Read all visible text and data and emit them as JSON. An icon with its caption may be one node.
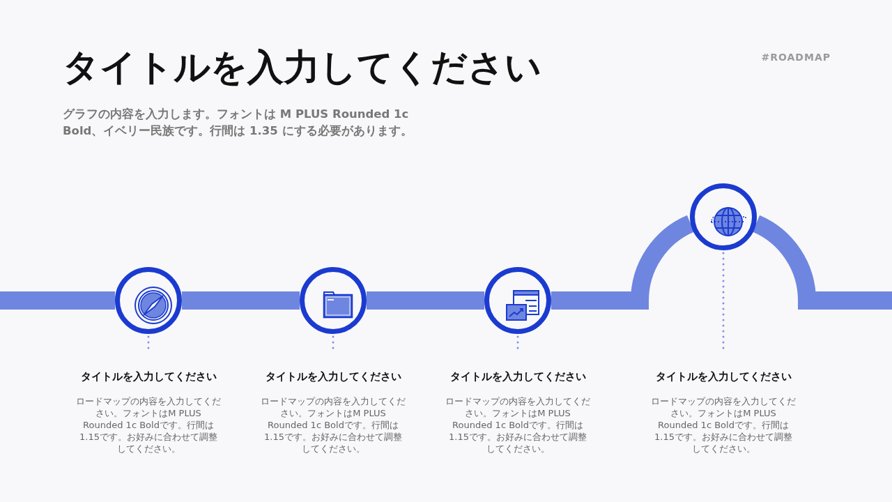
{
  "diagram": {
    "title": "タイトルを入力してください",
    "nodes": [
      {
        "text": [],
        "shape": "circle"
      },
      {
        "text": [],
        "shape": "circle"
      },
      {
        "text": [],
        "shape": "circle"
      },
      {
        "text": [],
        "shape": "circle"
      },
      {
        "text": [
          "タイトルを入力してください",
          "ロードマップの内容を入力してください。フォントはM PLUS Rounded 1c Boldです。行間は1.15です。お好みに合わせて調整してください。"
        ]
      },
      {
        "text": [
          "タイトルを入力してください",
          "ロードマップの内容を入力してください。フォントはM PLUS Rounded 1c Boldです。行間は1.15です。お好みに合わせて調整してください。"
        ]
      },
      {
        "text": [
          "タイトルを入力してください",
          "ロードマップの内容を入力してください。フォントはM PLUS Rounded 1c Boldです。行間は1.15です。お好みに合わせて調整してください。"
        ]
      },
      {
        "text": [
          "タイトルを入力してください",
          "ロードマップの内容を入力してください。フォントはM PLUS Rounded 1c Boldです。行間は1.15です。お好みに合わせて調整してください。"
        ]
      }
    ],
    "edges": [
      {
        "from": null,
        "to": 0,
        "arrow": "none"
      },
      {
        "from": 0,
        "to": 1,
        "arrow": "none"
      },
      {
        "from": 1,
        "to": 2,
        "arrow": "none"
      },
      {
        "from": 2,
        "to": 3,
        "arrow": "none"
      },
      {
        "from": 3,
        "to": null,
        "arrow": "none"
      },
      {
        "from": 0,
        "to": 4,
        "arrow": "none",
        "style": "dashed"
      },
      {
        "from": 1,
        "to": 5,
        "arrow": "none",
        "style": "dashed"
      },
      {
        "from": 2,
        "to": 6,
        "arrow": "none",
        "style": "dashed"
      },
      {
        "from": 3,
        "to": 7,
        "arrow": "none",
        "style": "dashed"
      }
    ],
    "labels": [
      "#ROADMAP",
      "グラフの内容を入力します。フォントは M PLUS Rounded 1c Bold、イベリー民族です。行間は 1.35 にする必要があります。"
    ]
  }
}
